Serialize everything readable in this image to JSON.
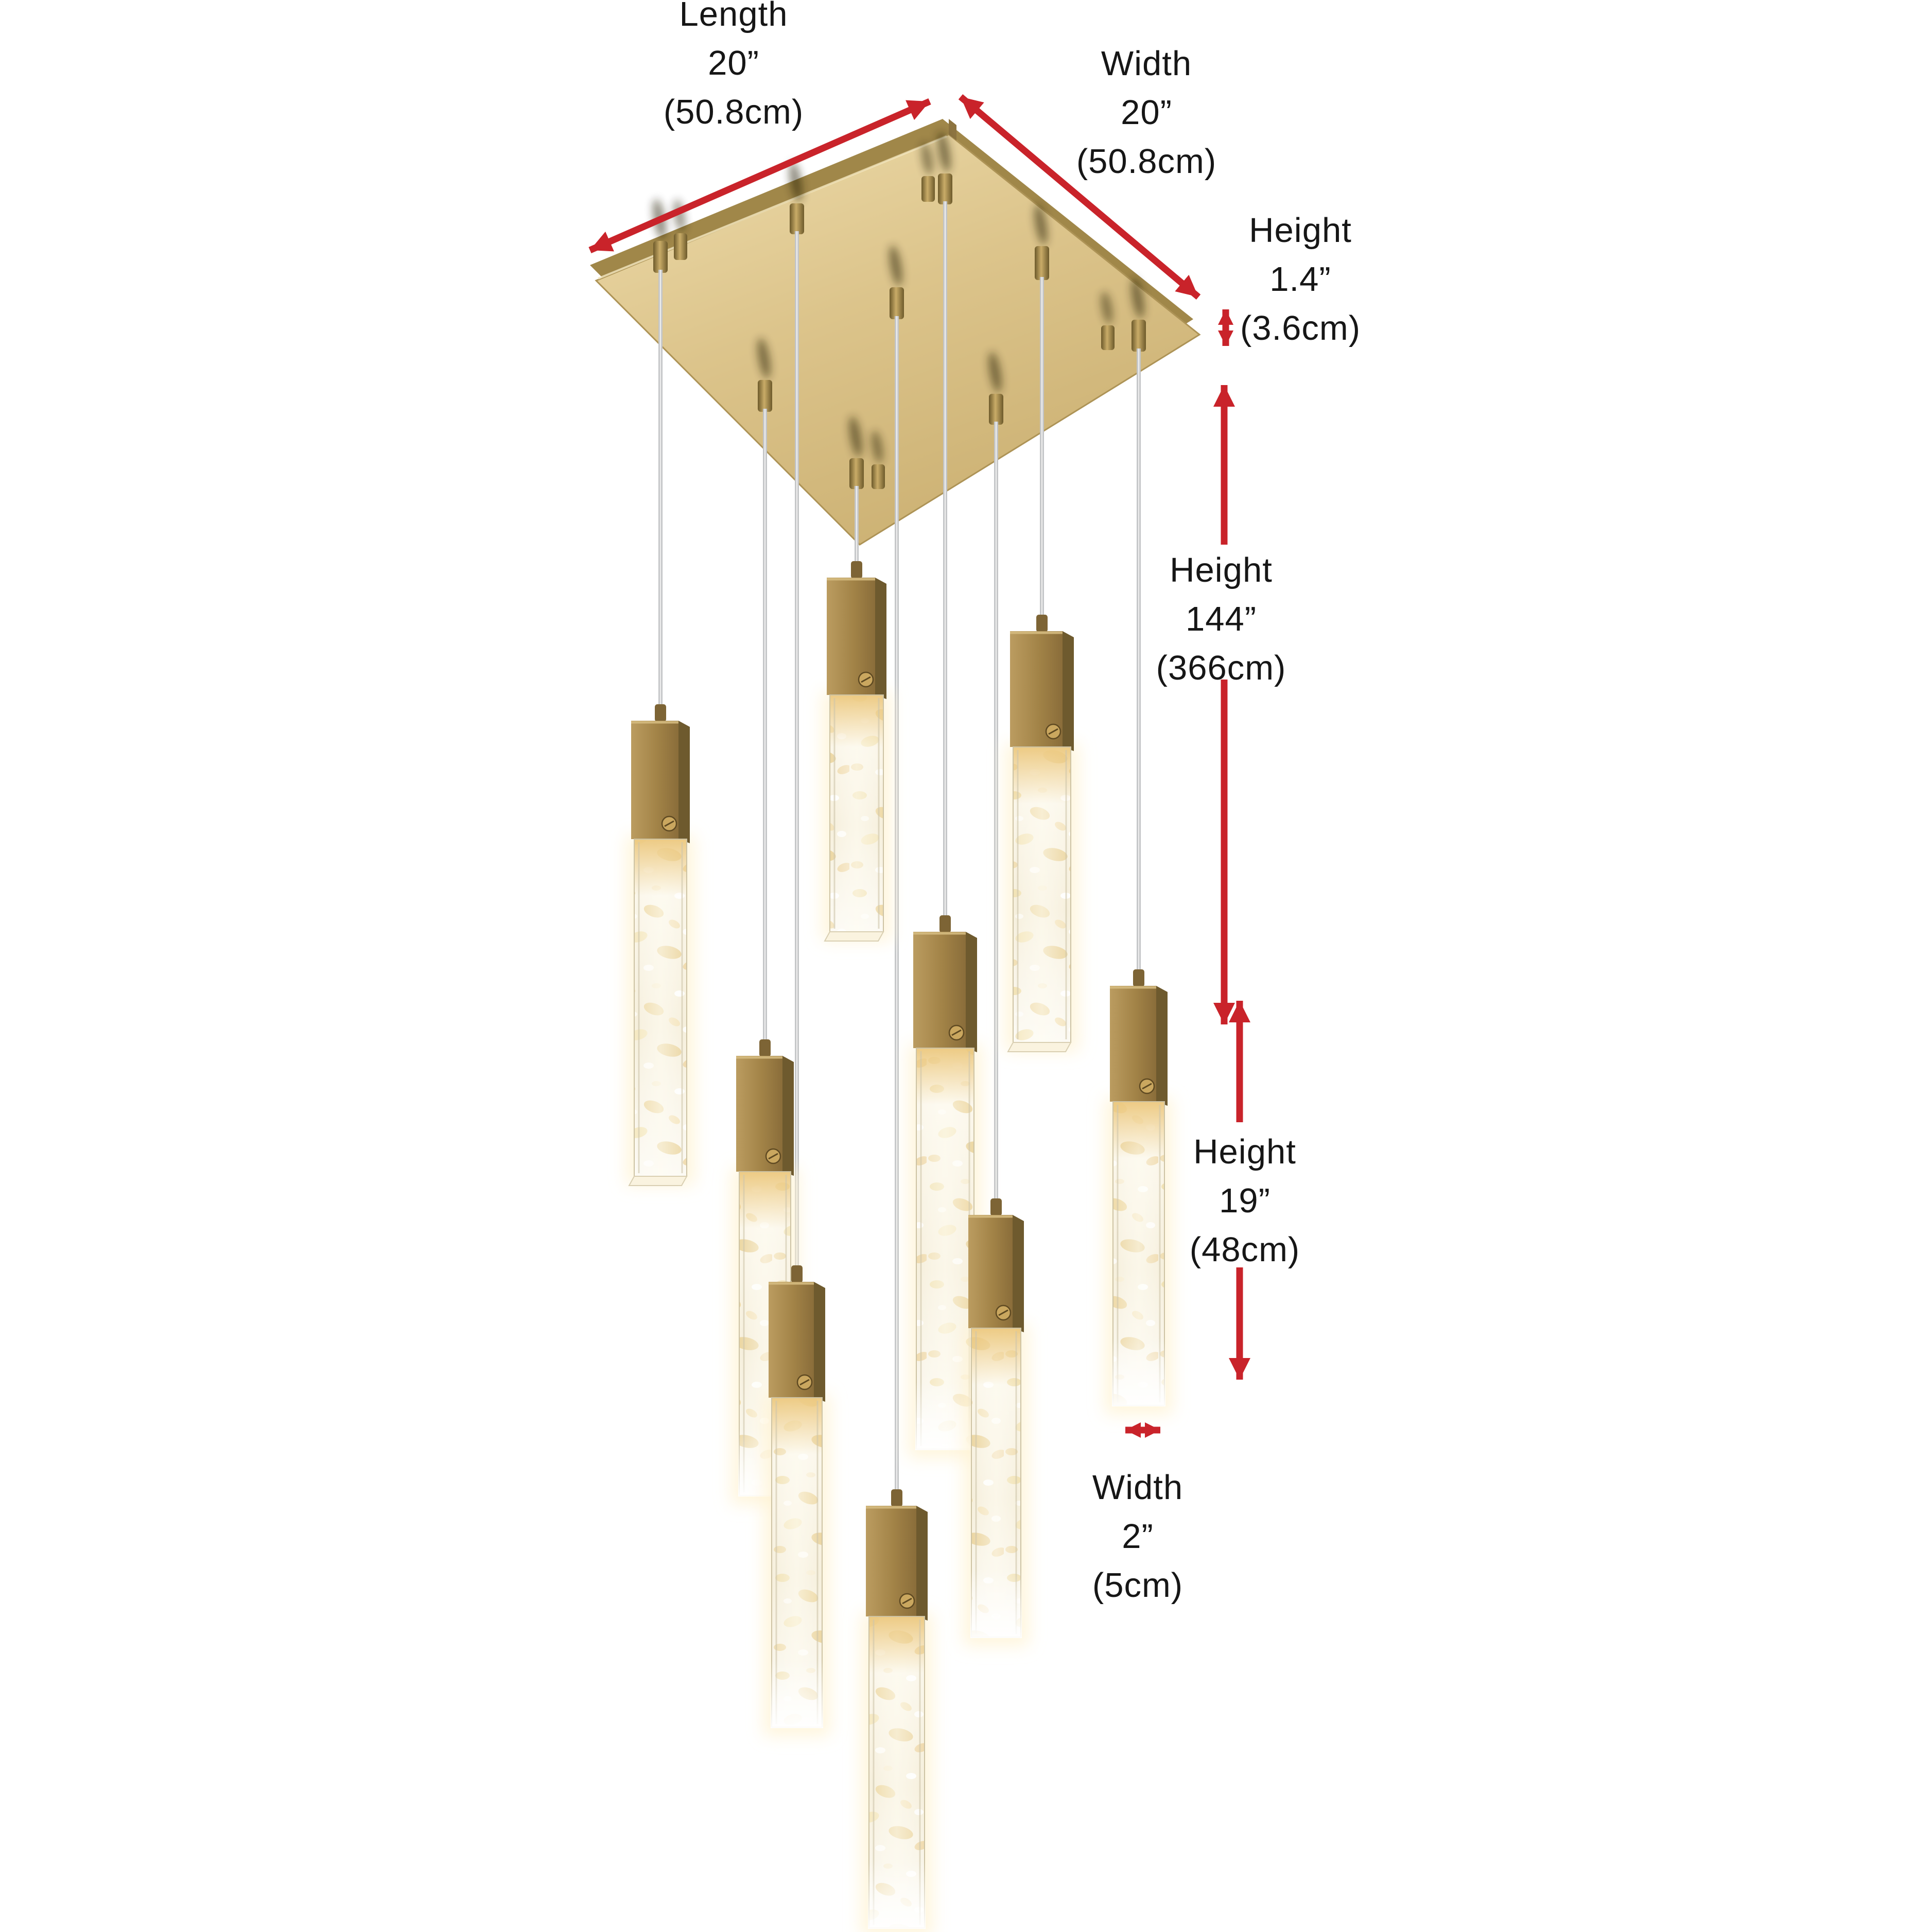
{
  "meta": {
    "description": "Dimension diagram of a nine-light LED crystal pendant chandelier with a square gold canopy",
    "background": "#ffffff",
    "accent_red": "#c9232a",
    "brass": "#b3945a",
    "canopy_gold": "#dcc489",
    "text_color": "#161616"
  },
  "fixture": {
    "pendant_count": 9,
    "cable_count": 9,
    "canopy_shape": "square"
  },
  "labels": {
    "length": {
      "lines": [
        "Length",
        "20”",
        "(50.8cm)"
      ]
    },
    "width_canopy": {
      "lines": [
        "Width",
        "20”",
        "(50.8cm)"
      ]
    },
    "height_canopy": {
      "lines": [
        "Height",
        "1.4”",
        "(3.6cm)"
      ]
    },
    "height_overall": {
      "lines": [
        "Height",
        "144”",
        "(366cm)"
      ]
    },
    "height_pendant": {
      "lines": [
        "Height",
        "19”",
        "(48cm)"
      ]
    },
    "width_pendant": {
      "lines": [
        "Width",
        "2”",
        "(5cm)"
      ]
    }
  }
}
